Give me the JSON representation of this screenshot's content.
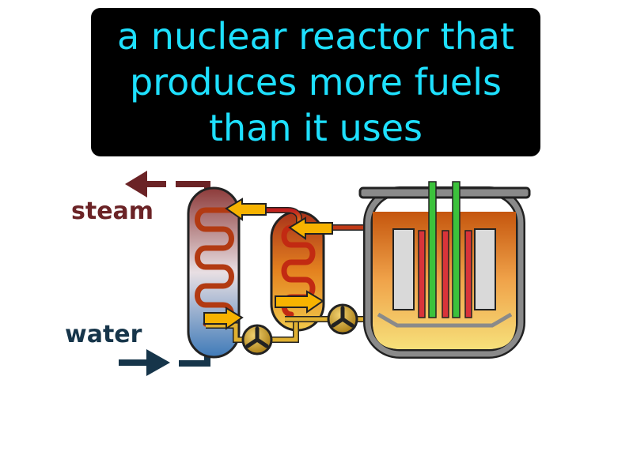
{
  "caption": {
    "text": "a nuclear reactor that produces more fuels than it uses"
  },
  "labels": {
    "steam": "steam",
    "water": "water"
  },
  "colors": {
    "caption_bg": "#000000",
    "caption_text": "#1ee0ff",
    "steam": "#6b2326",
    "water": "#16354a",
    "flow_arrow": "#f7b300",
    "control_rod": "#3cc23c",
    "fuel_rod": "#d9343a",
    "vessel_frame": "#8a8a8a"
  },
  "icons": {
    "steam_arrow": "arrow-left-icon",
    "water_arrow": "arrow-right-icon",
    "pump": "pump-icon"
  }
}
